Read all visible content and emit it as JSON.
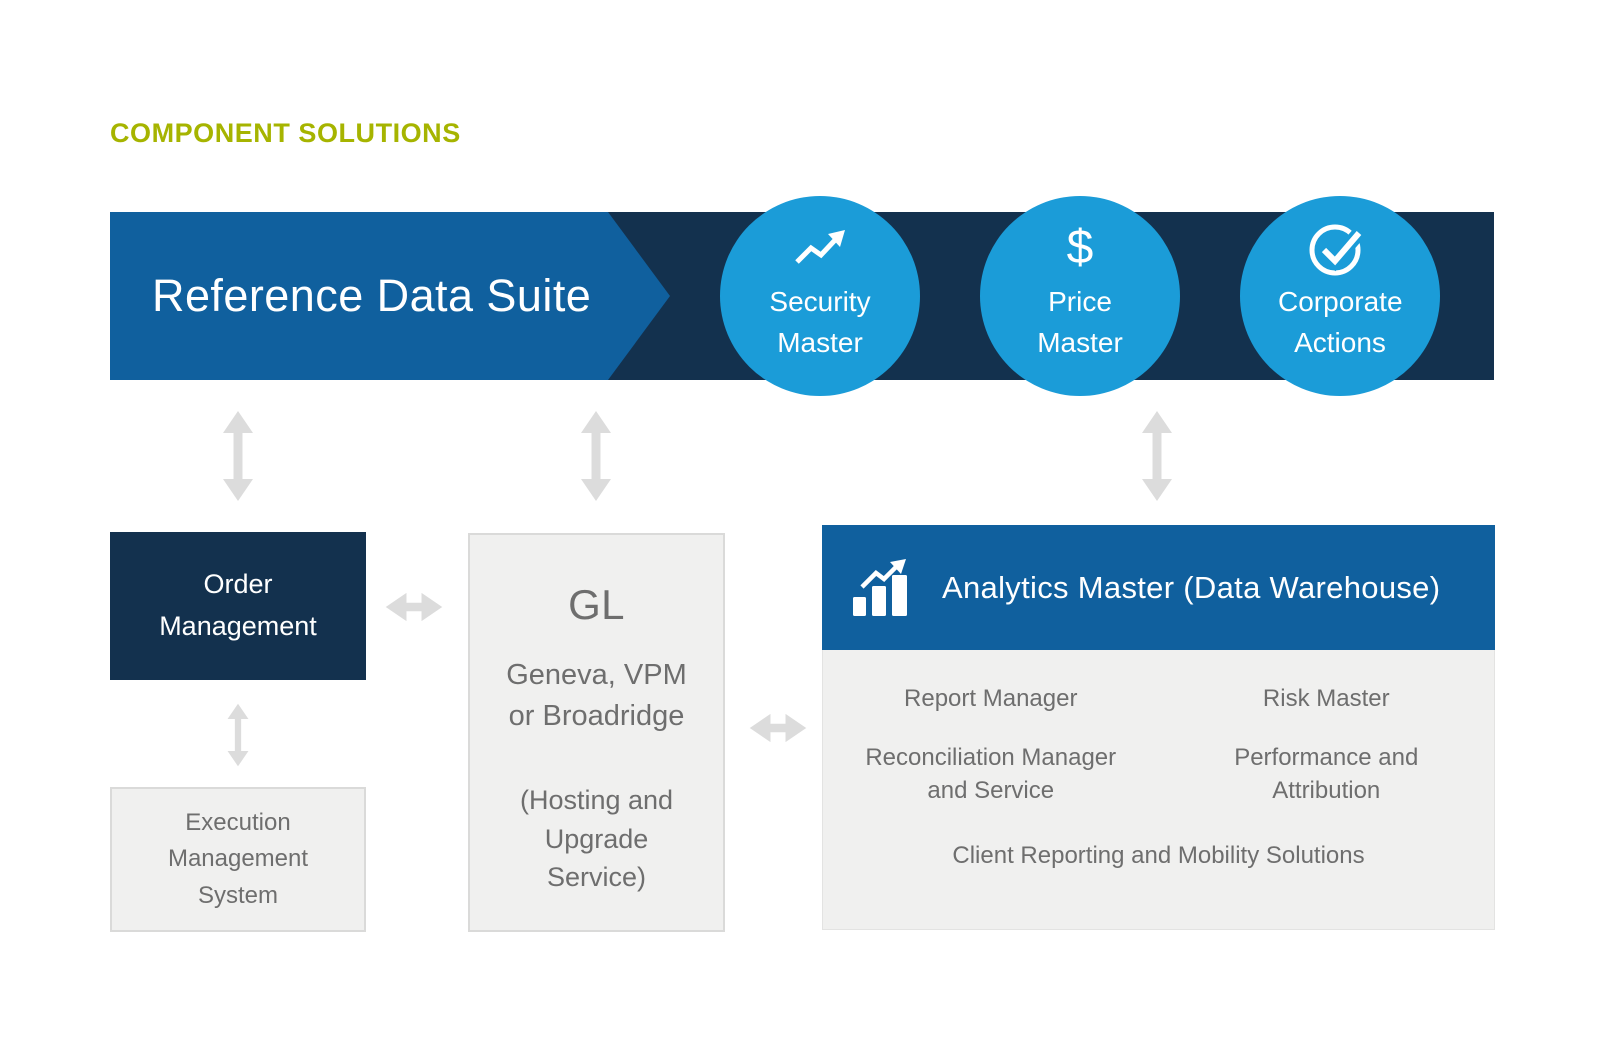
{
  "title": "COMPONENT SOLUTIONS",
  "banner": {
    "label": "Reference Data Suite",
    "circles": [
      {
        "label": "Security Master",
        "icon": "trend-up-icon"
      },
      {
        "label": "Price Master",
        "icon": "dollar-icon",
        "icon_glyph": "$"
      },
      {
        "label": "Corporate Actions",
        "icon": "check-circle-icon"
      }
    ]
  },
  "boxes": {
    "order_management": {
      "label": "Order Management"
    },
    "execution_management": {
      "label": "Execution Management System"
    },
    "gl": {
      "name": "GL",
      "subtitle": "Geneva, VPM or Broadridge",
      "note": "(Hosting and Upgrade Service)"
    },
    "analytics": {
      "header": "Analytics Master (Data Warehouse)",
      "icon": "bar-chart-trend-icon",
      "items": [
        {
          "label": "Report Manager"
        },
        {
          "label": "Risk Master"
        },
        {
          "label": "Reconciliation Manager and Service"
        },
        {
          "label": "Performance and Attribution"
        },
        {
          "label": "Client Reporting and Mobility Solutions"
        }
      ]
    }
  },
  "colors": {
    "accent_green": "#a6b400",
    "navy": "#13314e",
    "blue": "#10609e",
    "light_blue": "#1b9cd8",
    "panel_gray": "#f0f0ef",
    "panel_border": "#dadad9",
    "text_gray": "#6e6e6e",
    "arrow_gray": "#dcdcdc"
  }
}
